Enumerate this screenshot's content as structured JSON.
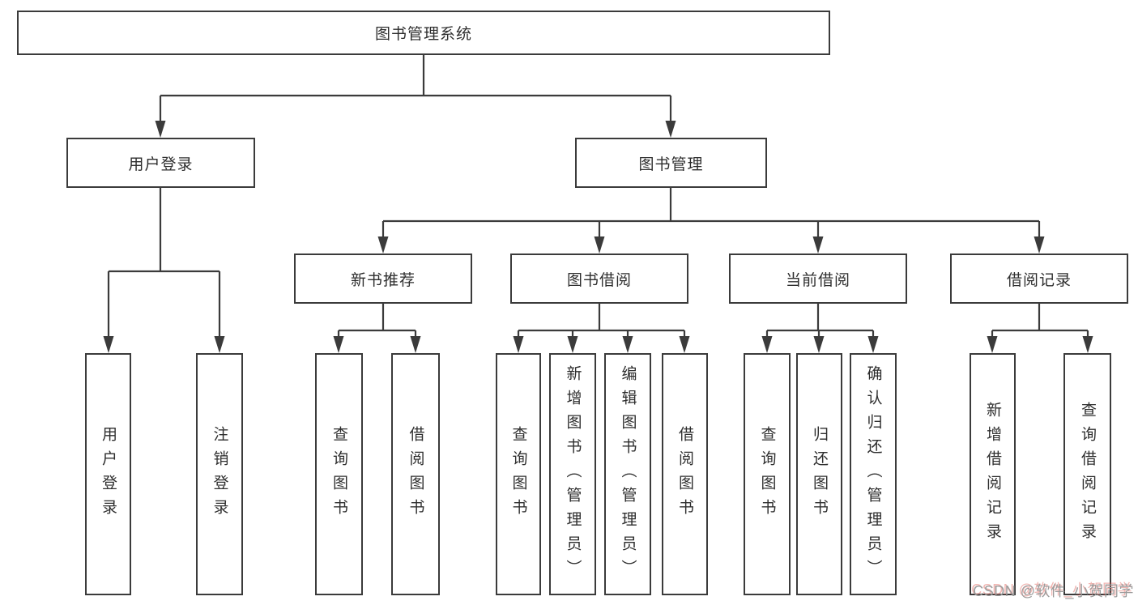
{
  "tree": {
    "root": {
      "label": "图书管理系统",
      "children": [
        {
          "label": "用户登录",
          "children": [
            {
              "label": "用户登录"
            },
            {
              "label": "注销登录"
            }
          ]
        },
        {
          "label": "图书管理",
          "children": [
            {
              "label": "新书推荐",
              "children": [
                {
                  "label": "查询图书"
                },
                {
                  "label": "借阅图书"
                }
              ]
            },
            {
              "label": "图书借阅",
              "children": [
                {
                  "label": "查询图书"
                },
                {
                  "label": "新增图书（管理员）"
                },
                {
                  "label": "编辑图书（管理员）"
                },
                {
                  "label": "借阅图书"
                }
              ]
            },
            {
              "label": "当前借阅",
              "children": [
                {
                  "label": "查询图书"
                },
                {
                  "label": "归还图书"
                },
                {
                  "label": "确认归还（管理员）"
                }
              ]
            },
            {
              "label": "借阅记录",
              "children": [
                {
                  "label": "新增借阅记录"
                },
                {
                  "label": "查询借阅记录"
                }
              ]
            }
          ]
        }
      ]
    }
  },
  "watermark": {
    "text": "CSDN @软件_小贺同学"
  },
  "colors": {
    "line": "#3b3b3b",
    "box_border": "#3b3b3b",
    "box_fill": "#ffffff",
    "text": "#2e2e2e",
    "watermark_text": "#9b9b9b"
  }
}
